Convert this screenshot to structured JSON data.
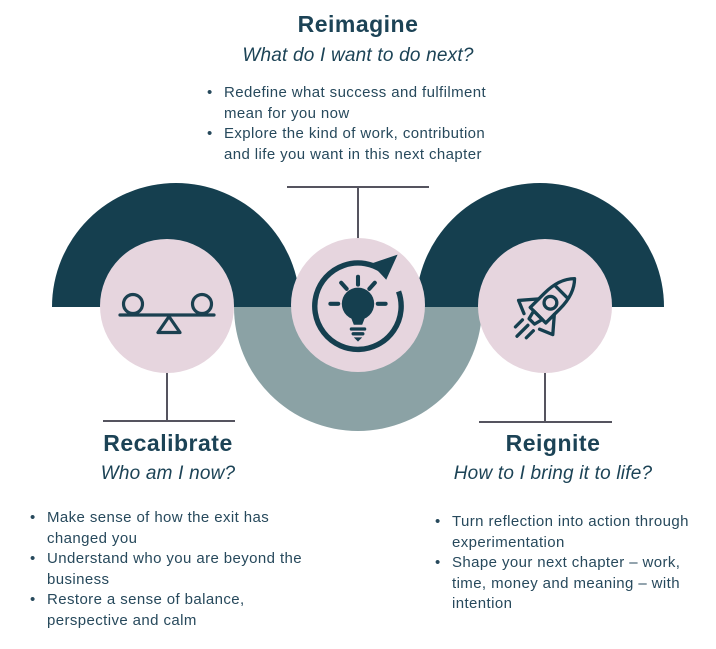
{
  "colors": {
    "dark_teal": "#153f4f",
    "gray_blue": "#8ba2a5",
    "pink_circle": "#e6d5de",
    "heading_text": "#1c4356",
    "body_text": "#27495c",
    "stand_line": "#55545f",
    "background": "#ffffff"
  },
  "sections": {
    "reimagine": {
      "title": "Reimagine",
      "subtitle": "What do I want to do next?",
      "bullet_glyph": "•",
      "bullets": [
        "Redefine what success and fulfilment\nmean for you now",
        "Explore the kind of work, contribution\nand life you want in this next chapter"
      ],
      "icon": "lightbulb-renewal-icon"
    },
    "recalibrate": {
      "title": "Recalibrate",
      "subtitle": "Who am I now?",
      "bullet_glyph": "•",
      "bullets": [
        "Make sense of how the exit has\nchanged you",
        "Understand who you are beyond the\nbusiness",
        "Restore a sense of balance,\nperspective and calm"
      ],
      "icon": "balance-scale-icon"
    },
    "reignite": {
      "title": "Reignite",
      "subtitle": "How to I bring it to life?",
      "bullet_glyph": "•",
      "bullets": [
        "Turn reflection into action through\nexperimentation",
        "Shape your next chapter – work,\ntime, money and meaning – with\nintention"
      ],
      "icon": "rocket-icon"
    }
  }
}
